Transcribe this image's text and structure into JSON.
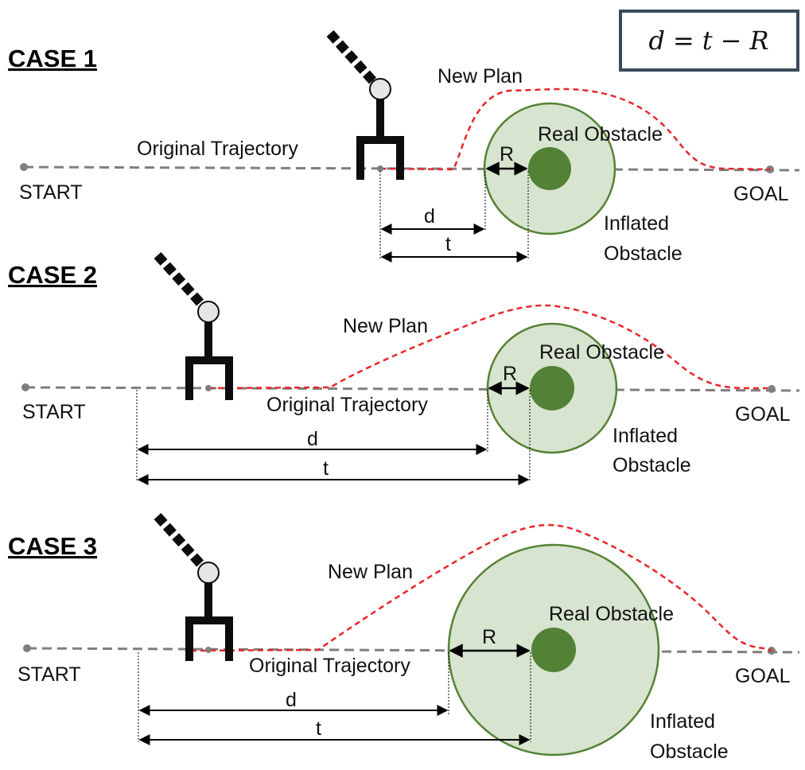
{
  "formula": {
    "d": "d",
    "eq": "=",
    "t": "t",
    "minus": "−",
    "R": "R"
  },
  "cases": [
    {
      "title": "CASE 1",
      "start": "START",
      "goal": "GOAL",
      "original": "Original Trajectory",
      "new_plan": "New Plan",
      "real_obstacle": "Real Obstacle",
      "inflated_1": "Inflated",
      "inflated_2": "Obstacle",
      "d": "d",
      "t": "t",
      "R": "R"
    },
    {
      "title": "CASE 2",
      "start": "START",
      "goal": "GOAL",
      "original": "Original Trajectory",
      "new_plan": "New Plan",
      "real_obstacle": "Real Obstacle",
      "inflated_1": "Inflated",
      "inflated_2": "Obstacle",
      "d": "d",
      "t": "t",
      "R": "R"
    },
    {
      "title": "CASE 3",
      "start": "START",
      "goal": "GOAL",
      "original": "Original Trajectory",
      "new_plan": "New Plan",
      "real_obstacle": "Real Obstacle",
      "inflated_1": "Inflated",
      "inflated_2": "Obstacle",
      "d": "d",
      "t": "t",
      "R": "R"
    }
  ],
  "colors": {
    "trajectory": "#7f7f7f",
    "new_plan": "#e8262a",
    "inflated_fill": "#d7e4cf",
    "inflated_stroke": "#548235",
    "real_obstacle": "#538135",
    "robot": "#0d0d0d",
    "formula_border": "#3a4a5a"
  }
}
